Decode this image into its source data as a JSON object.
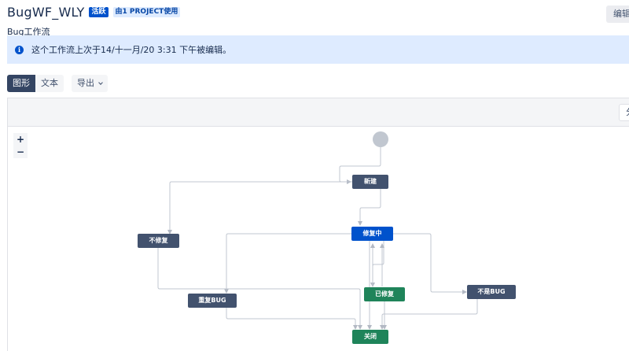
{
  "header": {
    "title": "BugWF_WLY",
    "status_lozenge": "活跃",
    "usage_lozenge": "由1 PROJECT使用",
    "edit_label": "编辑"
  },
  "subtitle": "Bug工作流",
  "info_banner": {
    "icon": "info-icon",
    "text": "这个工作流上次于14/十一月/20 3:31 下午被编辑。"
  },
  "view_toggle": {
    "graph_label": "图形",
    "text_label": "文本",
    "selected": "图形"
  },
  "export_label": "导出",
  "diagram_toolbar": {
    "chip_label": "分"
  },
  "zoom": {
    "in_label": "+",
    "out_label": "−"
  },
  "statuses": {
    "new": "新建",
    "in_repair": "修复中",
    "wont_fix": "不修复",
    "repaired": "已修复",
    "duplicate": "重复BUG",
    "not_bug": "不是BUG",
    "closed": "关闭"
  },
  "colors": {
    "status_todo": "#42526e",
    "status_in_progress": "#0052cc",
    "status_done": "#1f845a",
    "banner_bg": "#deebff",
    "accent": "#0052cc"
  }
}
